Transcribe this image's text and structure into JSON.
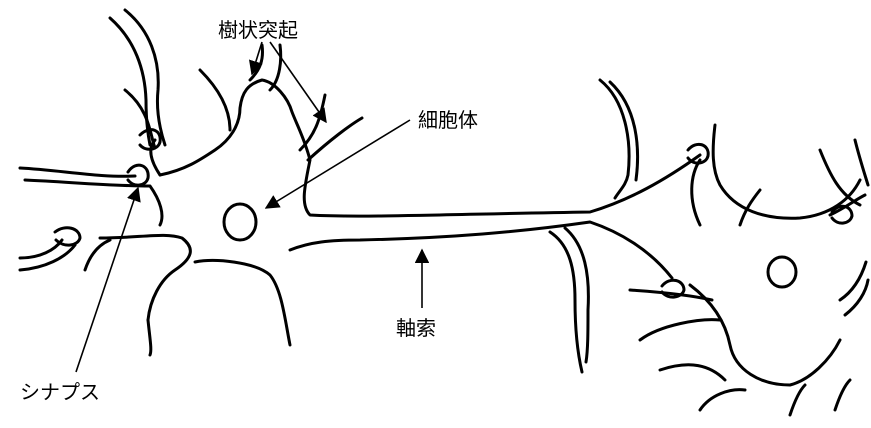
{
  "labels": {
    "dendrite": "樹状突起",
    "soma": "細胞体",
    "axon": "軸索",
    "synapse": "シナプス"
  },
  "colors": {
    "ink": "#000000",
    "background": "#ffffff"
  }
}
